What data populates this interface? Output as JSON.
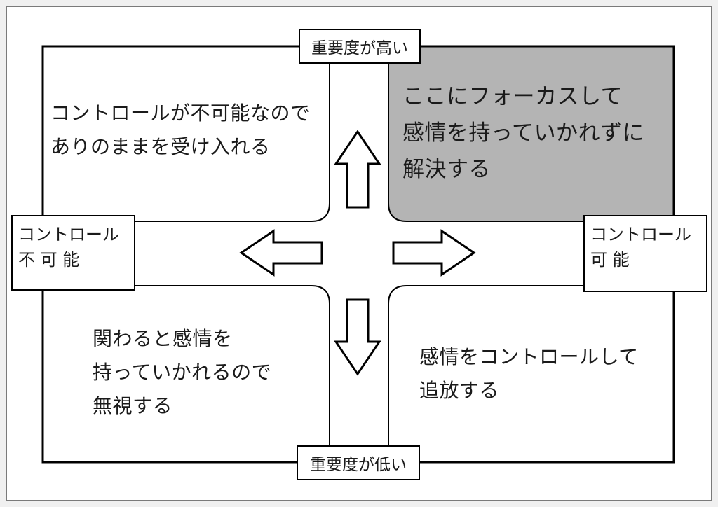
{
  "axis": {
    "top_label": "重要度が高い",
    "bottom_label": "重要度が低い",
    "left_label": {
      "line1": "コントロール",
      "line2": [
        "不",
        "可",
        "能"
      ]
    },
    "right_label": {
      "line1": "コントロール",
      "line2": [
        "可",
        "能"
      ]
    }
  },
  "quadrants": {
    "top_left": {
      "lines": [
        "コントロールが不可能なので",
        "ありのままを受け入れる"
      ],
      "highlighted": false
    },
    "top_right": {
      "lines": [
        "ここにフォーカスして",
        "感情を持っていかれずに",
        "解決する"
      ],
      "highlighted": true
    },
    "bottom_left": {
      "lines": [
        "関わると感情を",
        "持っていかれるので",
        "無視する"
      ],
      "highlighted": false
    },
    "bottom_right": {
      "lines": [
        "感情をコントロールして",
        "追放する"
      ],
      "highlighted": false
    }
  },
  "colors": {
    "highlight_fill": "#b4b4b4",
    "outline": "#000000",
    "background": "#ffffff"
  }
}
